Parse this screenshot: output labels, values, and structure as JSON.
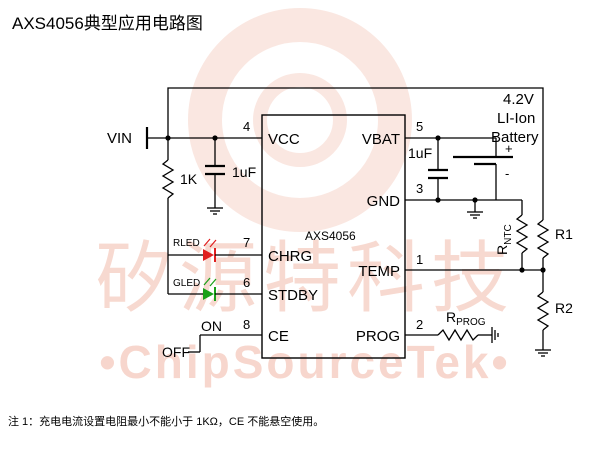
{
  "title": "AXS4056典型应用电路图",
  "watermark": {
    "cn_text": "矽源特科技",
    "en_text": "•ChipSourceTek•",
    "color": "#f2b8a8"
  },
  "chip": {
    "name": "AXS4056",
    "pins": [
      {
        "num": "4",
        "label": "VCC"
      },
      {
        "num": "7",
        "label": "CHRG"
      },
      {
        "num": "6",
        "label": "STDBY"
      },
      {
        "num": "8",
        "label": "CE"
      },
      {
        "num": "5",
        "label": "VBAT"
      },
      {
        "num": "3",
        "label": "GND"
      },
      {
        "num": "1",
        "label": "TEMP"
      },
      {
        "num": "2",
        "label": "PROG"
      }
    ]
  },
  "labels": {
    "vin": "VIN",
    "r_1k": "1K",
    "c_in": "1uF",
    "c_out": "1uF",
    "rled": "RLED",
    "gled": "GLED",
    "on": "ON",
    "off": "OFF",
    "battery_v": "4.2V",
    "battery_type": "LI-Ion",
    "battery_word": "Battery",
    "plus": "+",
    "minus": "-",
    "r1": "R1",
    "r2": "R2",
    "rntc_main": "R",
    "rntc_sub": "NTC",
    "rprog_main": "R",
    "rprog_sub": "PROG"
  },
  "colors": {
    "red_led": "#e02020",
    "green_led": "#18a018"
  },
  "footnote": "注 1：充电电流设置电阻最小不能小于 1KΩ，CE 不能悬空使用。"
}
